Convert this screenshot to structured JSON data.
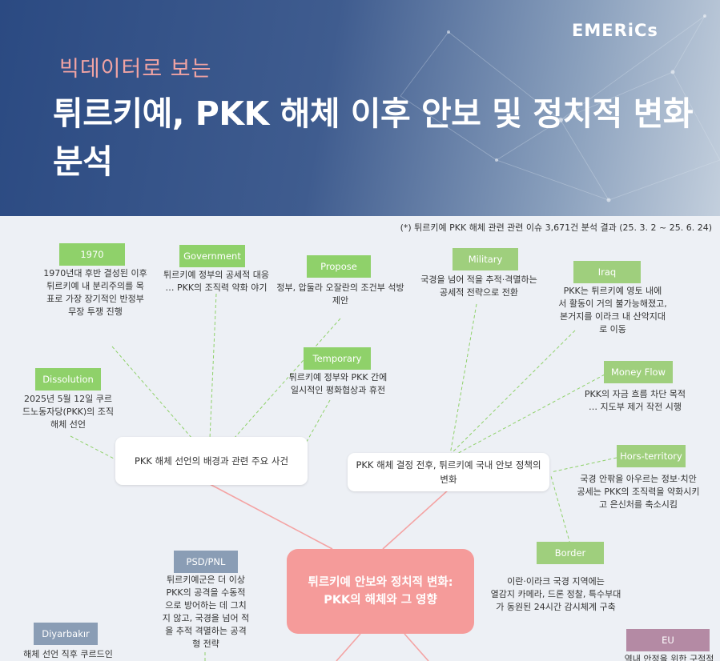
{
  "header": {
    "brand": "EMERiCs",
    "subtitle": "빅데이터로 보는",
    "title": "튀르키예, PKK 해체 이후 안보 및 정치적 변화 분석"
  },
  "source_note": "(*) 튀르키예 PKK 해체 관련 관련 이슈 3,671건 분석 결과 (25. 3. 2 ~ 25. 6. 24)",
  "center": {
    "line1": "튀르키예 안보와 정치적 변화:",
    "line2": "PKK의 해체와 그 영향"
  },
  "hubs": {
    "left": "PKK 해체 선언의 배경과 관련 주요 사건",
    "right_line1": "PKK 해체 결정 전후, 튀르키예 국내 안보 정책의",
    "right_line2": "변화"
  },
  "nodes": [
    {
      "label": "1970",
      "desc": [
        "1970년대 후반 결성된 이후",
        "튀르키예 내 분리주의를 목",
        "표로 가장 장기적인 반정부",
        "무장 투쟁 진행"
      ]
    },
    {
      "label": "Government",
      "desc": [
        "튀르키예 정부의 공세적 대응",
        "… PKK의 조직력 약화 야기"
      ]
    },
    {
      "label": "Propose",
      "desc": [
        "정부, 압둘라 오잘란의 조건부 석방",
        "제안"
      ]
    },
    {
      "label": "Temporary",
      "desc": [
        "튀르키예 정부와 PKK 간에",
        "일시적인 평화협상과 휴전"
      ]
    },
    {
      "label": "Dissolution",
      "desc": [
        "2025년 5월 12일 쿠르",
        "드노동자당(PKK)의 조직",
        "해체 선언"
      ]
    },
    {
      "label": "Military",
      "desc": [
        "국경을 넘어 적을 추적·격멸하는",
        "공세적 전략으로 전환"
      ]
    },
    {
      "label": "Iraq",
      "desc": [
        "PKK는 튀르키예 영토 내에",
        "서 활동이 거의 불가능해졌고,",
        "본거지를 이라크 내 산악지대",
        "로 이동"
      ]
    },
    {
      "label": "Money Flow",
      "desc": [
        "PKK의 자금 흐름 차단 목적",
        "… 지도부 제거 작전 시행"
      ]
    },
    {
      "label": "Hors-territory",
      "desc": [
        "국경 안팎을 아우르는 정보·치안",
        "공세는 PKK의 조직력을 약화시키",
        "고 은신처를 축소시킴"
      ]
    },
    {
      "label": "Border",
      "desc": [
        "이란·이라크 국경 지역에는",
        "열감지 카메라, 드론 정찰, 특수부대",
        "가 동원된 24시간 감시체계 구축"
      ]
    },
    {
      "label": "PSD/PNL",
      "desc": [
        "튀르키예군은 더 이상",
        "PKK의 공격을 수동적",
        "으로 방어하는 데 그치",
        "지 않고, 국경을 넘어 적",
        "을 추적 격멸하는 공격",
        "형 전략"
      ]
    },
    {
      "label": "Diyarbakır",
      "desc": [
        "해체 선언 직후 쿠르드인"
      ]
    },
    {
      "label": "EU",
      "desc": [
        "역내 안정을 위한 구적적"
      ]
    }
  ],
  "colors": {
    "header_dark": "#2b4a82",
    "green_label": "#8fd16a",
    "blue_label": "#8a9db5",
    "mauve_label": "#b48aa4",
    "center_box": "#f59b9a",
    "pink_line": "#f4a3a3",
    "dashed_line": "#8fd16a"
  }
}
